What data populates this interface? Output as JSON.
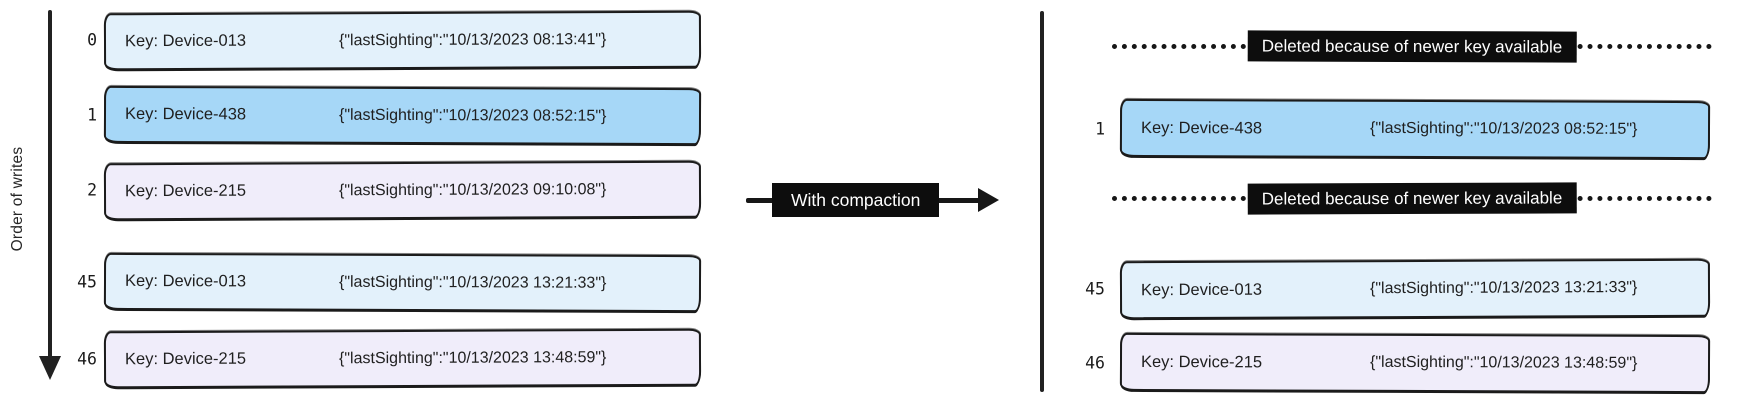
{
  "colors": {
    "light_blue": "#e3f1fb",
    "medium_blue": "#a6d7f7",
    "lavender": "#f0edfa",
    "ink": "#1b1b1b",
    "banner_bg": "#0d0d0d",
    "banner_text": "#ffffff"
  },
  "left_panel": {
    "axis_label": "Order of writes",
    "rows": [
      {
        "index": "0",
        "key": "Key: Device-013",
        "value": "{\"lastSighting\":\"10/13/2023 08:13:41\"}",
        "color": "#e3f1fb"
      },
      {
        "index": "1",
        "key": "Key: Device-438",
        "value": "{\"lastSighting\":\"10/13/2023 08:52:15\"}",
        "color": "#a6d7f7"
      },
      {
        "index": "2",
        "key": "Key: Device-215",
        "value": "{\"lastSighting\":\"10/13/2023 09:10:08\"}",
        "color": "#f0edfa"
      },
      {
        "index": "45",
        "key": "Key: Device-013",
        "value": "{\"lastSighting\":\"10/13/2023 13:21:33\"}",
        "color": "#e3f1fb"
      },
      {
        "index": "46",
        "key": "Key: Device-215",
        "value": "{\"lastSighting\":\"10/13/2023 13:48:59\"}",
        "color": "#f0edfa"
      }
    ]
  },
  "transform_arrow": {
    "label": "With compaction"
  },
  "right_panel": {
    "deleted_label": "Deleted because of newer key available",
    "rows": [
      {
        "index": "1",
        "key": "Key: Device-438",
        "value": "{\"lastSighting\":\"10/13/2023 08:52:15\"}",
        "color": "#a6d7f7"
      },
      {
        "index": "45",
        "key": "Key: Device-013",
        "value": "{\"lastSighting\":\"10/13/2023 13:21:33\"}",
        "color": "#e3f1fb"
      },
      {
        "index": "46",
        "key": "Key: Device-215",
        "value": "{\"lastSighting\":\"10/13/2023 13:48:59\"}",
        "color": "#f0edfa"
      }
    ]
  }
}
